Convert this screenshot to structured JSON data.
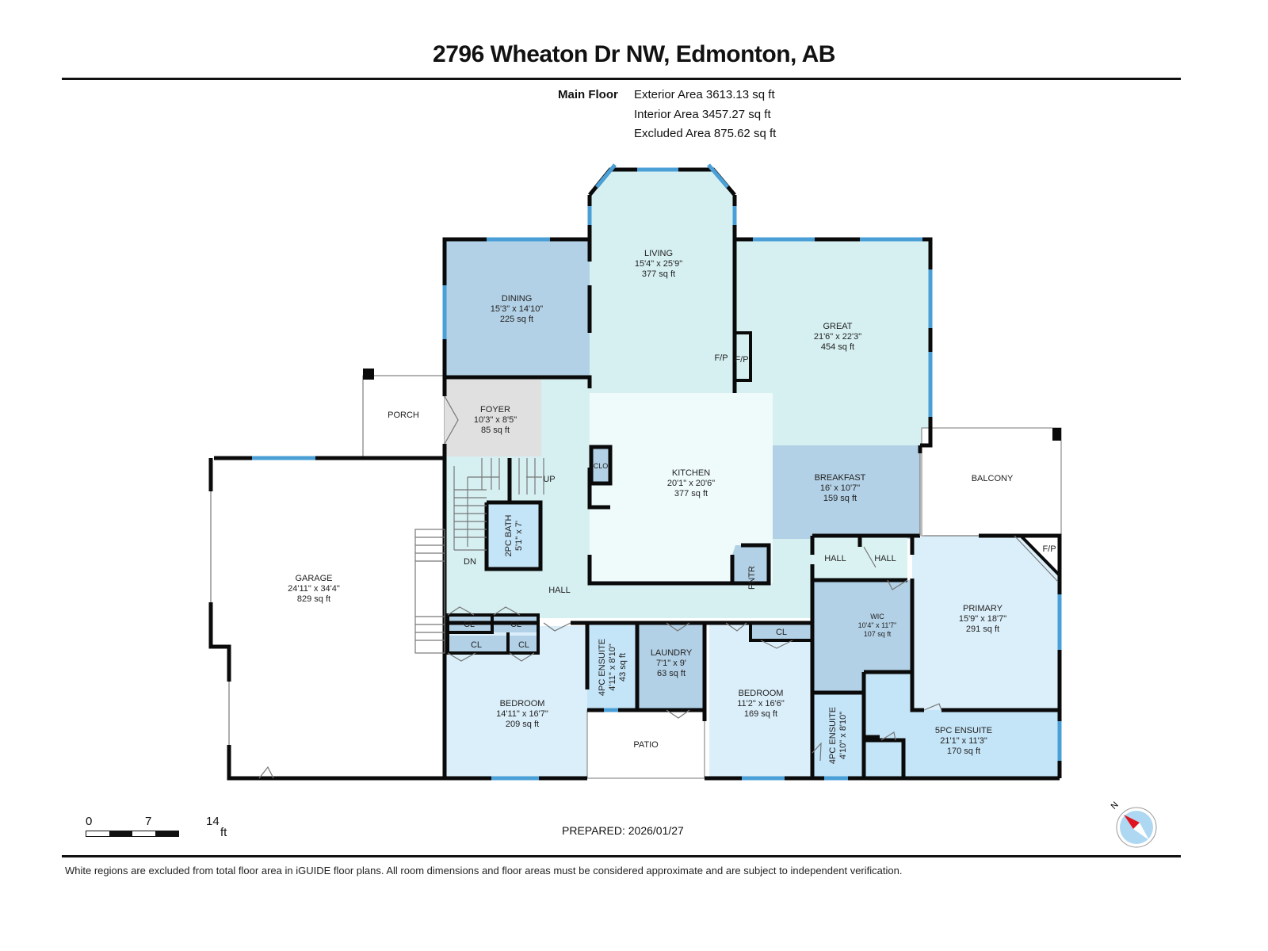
{
  "header": {
    "title": "2796 Wheaton Dr NW, Edmonton, AB"
  },
  "floor_summary": {
    "floor_label": "Main Floor",
    "exterior_area": "Exterior Area 3613.13 sq ft",
    "interior_area": "Interior Area 3457.27 sq ft",
    "excluded_area": "Excluded Area 875.62 sq ft"
  },
  "colors": {
    "wall": "#0a0a0a",
    "window": "#4a9fd6",
    "light_teal": "#d6f0f2",
    "mid_blue": "#b3d1e6",
    "light_blue": "#dbeffa",
    "bath_blue": "#c4e4f7",
    "foyer_gray": "#e0e0e0",
    "kitchen": "#effbfb",
    "compass_red": "#e0141e",
    "compass_fill": "#aed8f2"
  },
  "rooms": {
    "living": {
      "name": "LIVING",
      "dims": "15'4\" x 25'9\"",
      "area": "377 sq ft"
    },
    "dining": {
      "name": "DINING",
      "dims": "15'3\" x 14'10\"",
      "area": "225 sq ft"
    },
    "great": {
      "name": "GREAT",
      "dims": "21'6\" x 22'3\"",
      "area": "454 sq ft"
    },
    "foyer": {
      "name": "FOYER",
      "dims": "10'3\" x 8'5\"",
      "area": "85 sq ft"
    },
    "porch": {
      "name": "PORCH"
    },
    "kitchen": {
      "name": "KITCHEN",
      "dims": "20'1\" x 20'6\"",
      "area": "377 sq ft"
    },
    "breakfast": {
      "name": "BREAKFAST",
      "dims": "16' x 10'7\"",
      "area": "159 sq ft"
    },
    "balcony": {
      "name": "BALCONY"
    },
    "garage": {
      "name": "GARAGE",
      "dims": "24'11\" x 34'4\"",
      "area": "829 sq ft"
    },
    "bath_2pc": {
      "name": "2PC BATH",
      "dims": "5'1\" x 7'"
    },
    "hall_main": {
      "name": "HALL"
    },
    "hall_a": {
      "name": "HALL"
    },
    "hall_b": {
      "name": "HALL"
    },
    "clo": {
      "name": "CLO"
    },
    "pantry": {
      "name": "PNTR"
    },
    "wic": {
      "name": "WIC",
      "dims": "10'4\" x 11'7\"",
      "area": "107 sq ft"
    },
    "primary": {
      "name": "PRIMARY",
      "dims": "15'9\" x 18'7\"",
      "area": "291 sq ft"
    },
    "bedroom_1": {
      "name": "BEDROOM",
      "dims": "14'11\" x 16'7\"",
      "area": "209 sq ft"
    },
    "ensuite_4pc_1": {
      "name": "4PC ENSUITE",
      "dims": "4'11\" x 8'10\"",
      "area": "43 sq ft"
    },
    "laundry": {
      "name": "LAUNDRY",
      "dims": "7'1\" x 9'",
      "area": "63 sq ft"
    },
    "patio": {
      "name": "PATIO"
    },
    "bedroom_2": {
      "name": "BEDROOM",
      "dims": "11'2\" x 16'6\"",
      "area": "169 sq ft"
    },
    "ensuite_4pc_2": {
      "name": "4PC ENSUITE",
      "dims": "4'10\" x 8'10\""
    },
    "ensuite_5pc": {
      "name": "5PC ENSUITE",
      "dims": "21'1\" x 11'3\"",
      "area": "170 sq ft"
    },
    "closets": [
      "CL",
      "CL",
      "CL",
      "CL",
      "CL"
    ]
  },
  "markers": {
    "stairs_up": "UP",
    "stairs_down": "DN",
    "fireplace": "F/P"
  },
  "scale": {
    "ticks": [
      "0",
      "7",
      "14"
    ],
    "unit": "ft"
  },
  "prepared": "PREPARED: 2026/01/27",
  "compass": {
    "label": "N"
  },
  "footer": {
    "disclaimer": "White regions are excluded from total floor area in iGUIDE floor plans. All room dimensions and floor areas must be considered approximate and are subject to independent verification."
  }
}
